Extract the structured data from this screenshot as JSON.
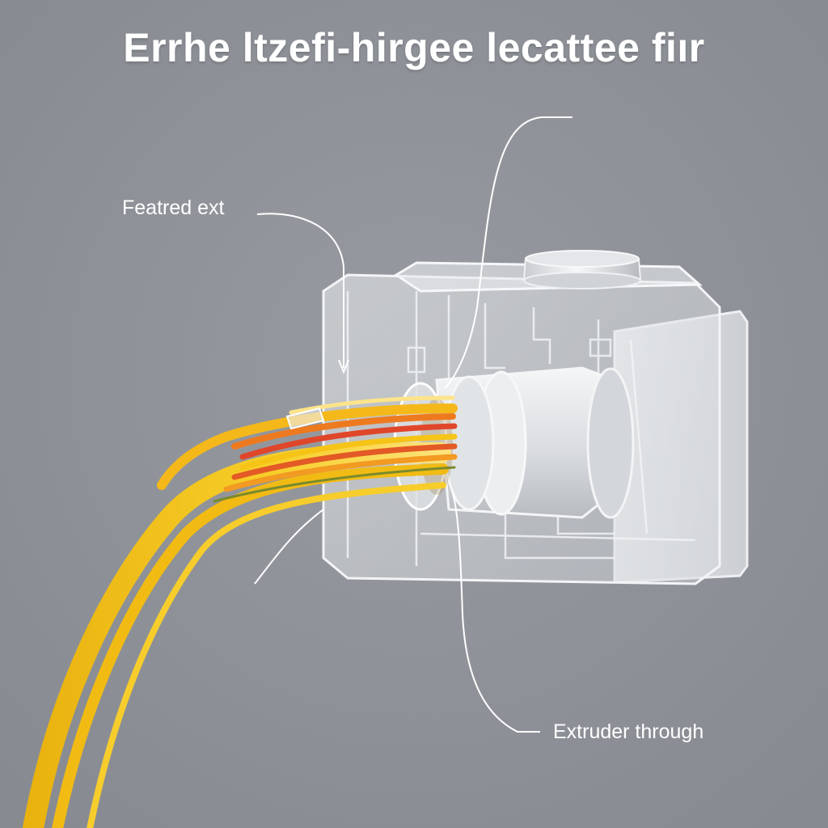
{
  "diagram": {
    "title": "Errhe ltzefi-hirgee lecattee fiır",
    "callouts": [
      {
        "id": "featured",
        "text": "Featred ext"
      },
      {
        "id": "extruder",
        "text": "Extruder through"
      }
    ]
  },
  "colors": {
    "background": "#8f9399",
    "housing_fill": "#e3e6ea",
    "housing_edge": "#f4f6f8",
    "filament_yellow": "#f6c417",
    "filament_orange": "#ef7b1f",
    "filament_red": "#e0462a",
    "leader_line": "#ffffff",
    "label_text": "#ffffff"
  }
}
